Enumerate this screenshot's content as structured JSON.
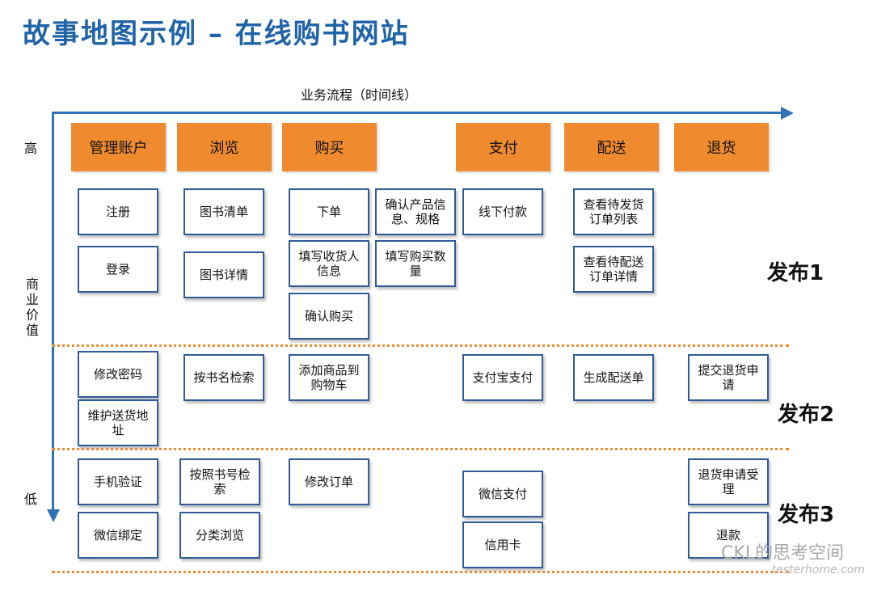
{
  "title": "故事地图示例 – 在线购书网站",
  "axis": {
    "x_label": "业务流程（时间线）",
    "high": "高",
    "low": "低",
    "y_label": [
      "商",
      "业",
      "价",
      "值"
    ]
  },
  "activities": [
    "管理账户",
    "浏览",
    "购买",
    "支付",
    "配送",
    "退货"
  ],
  "cards": {
    "register": "注册",
    "login": "登录",
    "book_list": "图书清单",
    "book_detail": "图书详情",
    "place_order": "下单",
    "fill_receiver": "填写收货人信息",
    "confirm_purchase": "确认购买",
    "confirm_product": "确认产品信息、规格",
    "fill_quantity": "填写购买数量",
    "offline_pay": "线下付款",
    "pending_ship": "查看待发货订单列表",
    "pending_delivery": "查看待配送订单详情",
    "change_password": "修改密码",
    "maintain_address": "维护送货地址",
    "search_by_title": "按书名检索",
    "add_to_cart": "添加商品到购物车",
    "alipay": "支付宝支付",
    "create_delivery": "生成配送单",
    "submit_return": "提交退货申请",
    "phone_verify": "手机验证",
    "wechat_bind": "微信绑定",
    "search_by_isbn": "按照书号检索",
    "category_browse": "分类浏览",
    "modify_order": "修改订单",
    "wechat_pay": "微信支付",
    "credit_card": "信用卡",
    "return_accept": "退货申请受理",
    "refund": "退款"
  },
  "releases": [
    "发布1",
    "发布2",
    "发布3"
  ],
  "watermark": {
    "brand": "CKL的思考空间",
    "site": "testerhome.com"
  },
  "colors": {
    "title": "#1f63a8",
    "axis": "#2e73b8",
    "activity_fill": "#ef8a2e",
    "card_border": "#2f5c99",
    "divider": "#ef8a2e"
  }
}
